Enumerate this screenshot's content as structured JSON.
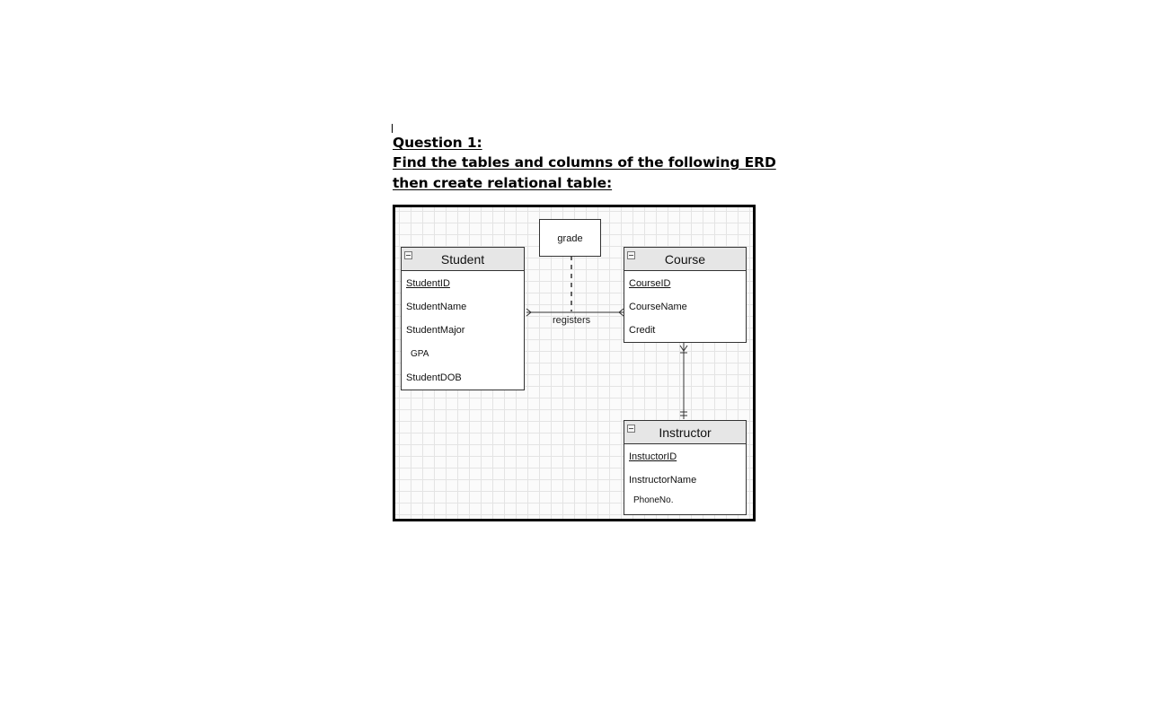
{
  "heading": {
    "line1": "Question 1:",
    "line2": "Find the tables and columns of the following ERD",
    "line3": "then create relational table:"
  },
  "erd": {
    "relationship_box": "grade",
    "relationship_label": "registers",
    "entities": {
      "student": {
        "title": "Student",
        "attributes": [
          "StudentID",
          "StudentName",
          "StudentMajor",
          "GPA",
          "StudentDOB"
        ]
      },
      "course": {
        "title": "Course",
        "attributes": [
          "CourseID",
          "CourseName",
          "Credit"
        ]
      },
      "instructor": {
        "title": "Instructor",
        "attributes": [
          "InstuctorID",
          "InstructorName",
          "PhoneNo."
        ]
      }
    }
  }
}
